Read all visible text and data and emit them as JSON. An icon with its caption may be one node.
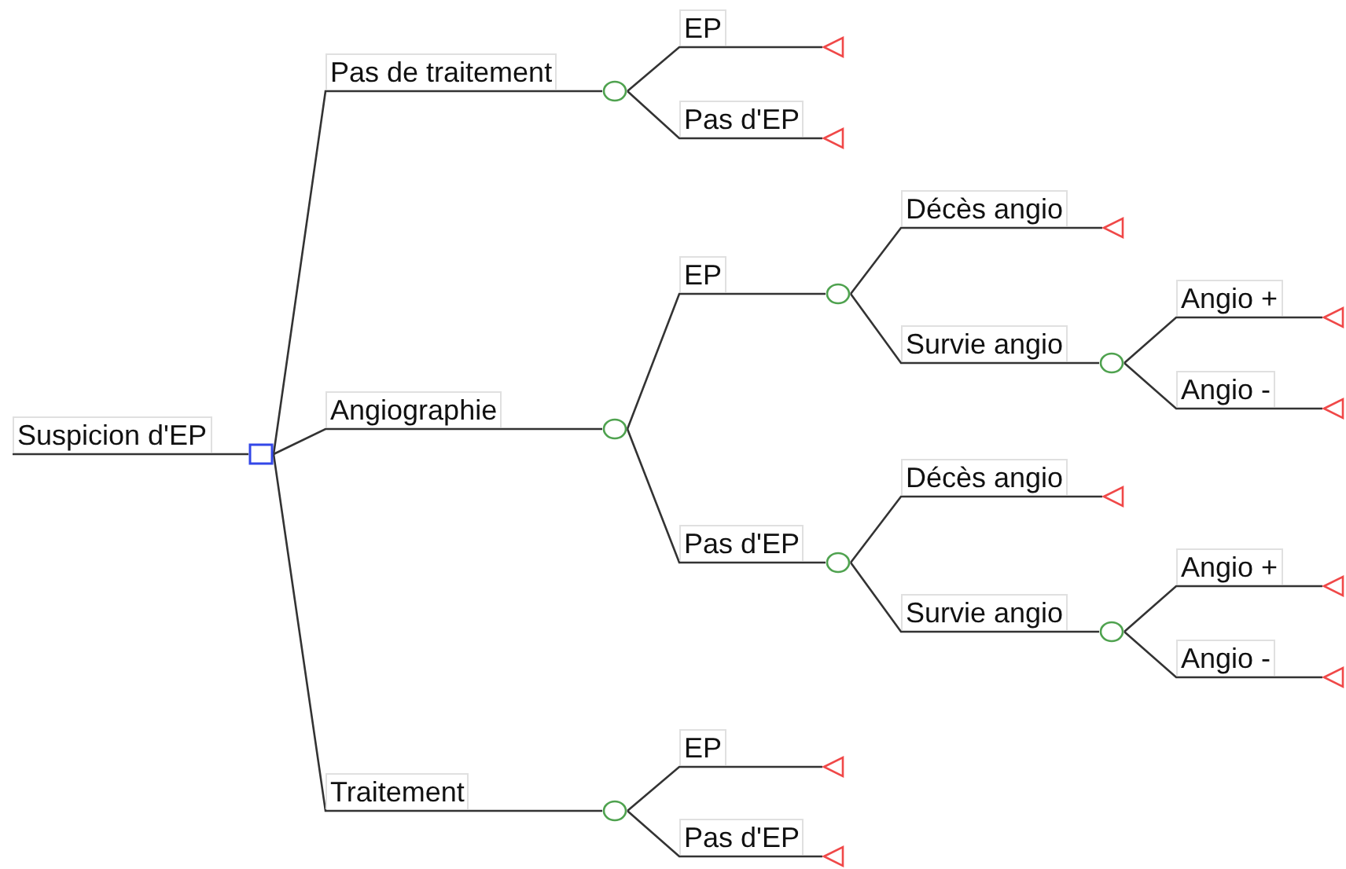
{
  "diagram": {
    "nodes": [
      {
        "text": [],
        "shape": "box"
      },
      {
        "text": [],
        "shape": "circle"
      },
      {
        "text": [],
        "shape": "triangle"
      },
      {
        "text": [],
        "shape": "triangle"
      },
      {
        "text": [],
        "shape": "circle"
      },
      {
        "text": [],
        "shape": "circle"
      },
      {
        "text": [],
        "shape": "triangle"
      },
      {
        "text": [],
        "shape": "circle"
      },
      {
        "text": [],
        "shape": "triangle"
      },
      {
        "text": [],
        "shape": "triangle"
      },
      {
        "text": [],
        "shape": "circle"
      },
      {
        "text": [],
        "shape": "triangle"
      },
      {
        "text": [],
        "shape": "circle"
      },
      {
        "text": [],
        "shape": "triangle"
      },
      {
        "text": [],
        "shape": "triangle"
      },
      {
        "text": [],
        "shape": "circle"
      },
      {
        "text": [],
        "shape": "triangle"
      },
      {
        "text": [],
        "shape": "triangle"
      }
    ],
    "edges": [
      {
        "from": null,
        "to": 0,
        "arrow": "none",
        "label": "Suspicion d'EP"
      },
      {
        "from": 0,
        "to": 1,
        "arrow": "none",
        "label": "Pas de traitement"
      },
      {
        "from": 1,
        "to": 2,
        "arrow": "none",
        "label": "EP"
      },
      {
        "from": 1,
        "to": 3,
        "arrow": "none",
        "label": "Pas d'EP"
      },
      {
        "from": 0,
        "to": 4,
        "arrow": "none",
        "label": "Angiographie"
      },
      {
        "from": 4,
        "to": 5,
        "arrow": "none",
        "label": "EP"
      },
      {
        "from": 5,
        "to": 6,
        "arrow": "none",
        "label": "Décès angio"
      },
      {
        "from": 5,
        "to": 7,
        "arrow": "none",
        "label": "Survie angio"
      },
      {
        "from": 7,
        "to": 8,
        "arrow": "none",
        "label": "Angio +"
      },
      {
        "from": 7,
        "to": 9,
        "arrow": "none",
        "label": "Angio -"
      },
      {
        "from": 4,
        "to": 10,
        "arrow": "none",
        "label": "Pas d'EP"
      },
      {
        "from": 10,
        "to": 11,
        "arrow": "none",
        "label": "Décès angio"
      },
      {
        "from": 10,
        "to": 12,
        "arrow": "none",
        "label": "Survie angio"
      },
      {
        "from": 12,
        "to": 13,
        "arrow": "none",
        "label": "Angio +"
      },
      {
        "from": 12,
        "to": 14,
        "arrow": "none",
        "label": "Angio -"
      },
      {
        "from": 0,
        "to": 15,
        "arrow": "none",
        "label": "Traitement"
      },
      {
        "from": 15,
        "to": 16,
        "arrow": "none",
        "label": "EP"
      },
      {
        "from": 15,
        "to": 17,
        "arrow": "none",
        "label": "Pas d'EP"
      }
    ]
  }
}
